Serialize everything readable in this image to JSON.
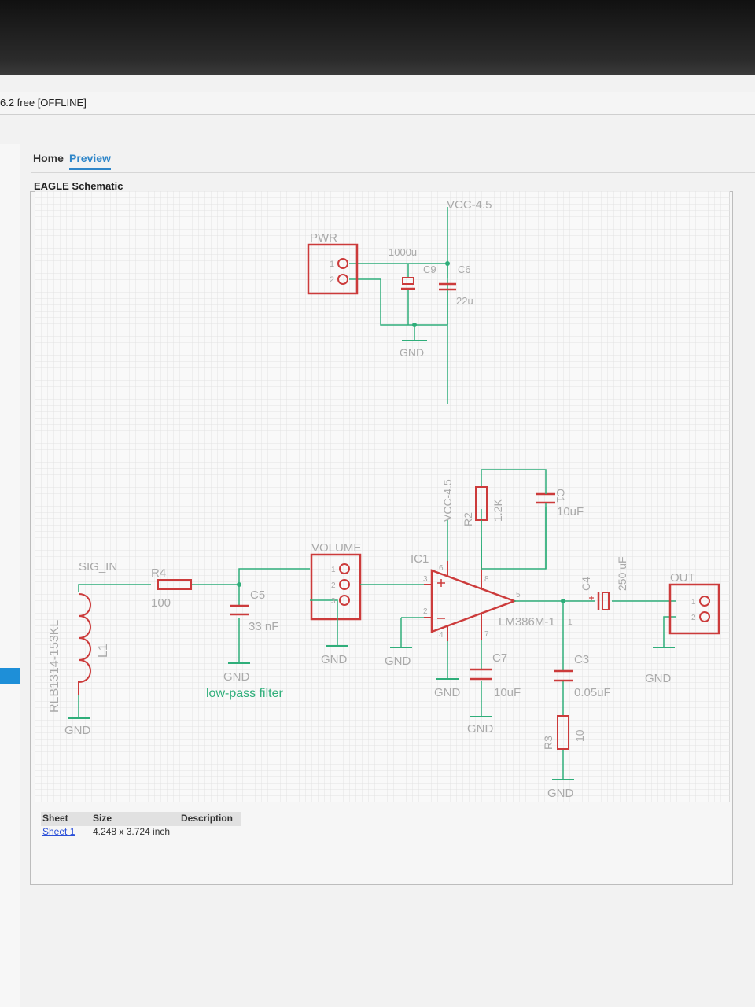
{
  "window": {
    "title": "6.2 free [OFFLINE]"
  },
  "tabs": {
    "home": "Home",
    "preview": "Preview"
  },
  "document": {
    "title": "EAGLE Schematic"
  },
  "colors": {
    "wire": "#2fae7a",
    "part": "#cc3b3b",
    "label": "#9a9a9a",
    "accent": "#2f86c9"
  },
  "schematic": {
    "pwr": {
      "name": "PWR",
      "pin1": "1",
      "pin2": "2"
    },
    "vcc_top": "VCC-4.5",
    "c9": {
      "name": "C9",
      "value": "1000u"
    },
    "c6": {
      "name": "C6",
      "value": "22u"
    },
    "gnd_pwr": "GND",
    "sig_in": "SIG_IN",
    "l1": {
      "name": "L1",
      "part": "RLB1314-153KL",
      "gnd": "GND"
    },
    "r4": {
      "name": "R4",
      "value": "100"
    },
    "c5": {
      "name": "C5",
      "value": "33 nF",
      "gnd": "GND"
    },
    "filter_note": "low-pass filter",
    "volume": {
      "name": "VOLUME",
      "pin1": "1",
      "pin2": "2",
      "pin3": "3",
      "gnd": "GND"
    },
    "ic1": {
      "name": "IC1",
      "part": "LM386M-1",
      "vcc": "VCC-4.5",
      "gnd": "GND",
      "gnd_in": "GND",
      "pin1": "1",
      "pin2": "2",
      "pin3": "3",
      "pin4": "4",
      "pin5": "5",
      "pin6": "6",
      "pin7": "7",
      "pin8": "8"
    },
    "r2": {
      "name": "R2",
      "value": "1.2K"
    },
    "c1": {
      "name": "C1",
      "value": "10uF"
    },
    "c7": {
      "name": "C7",
      "value": "10uF",
      "gnd": "GND"
    },
    "c4": {
      "name": "C4",
      "value": "250 uF"
    },
    "c3": {
      "name": "C3",
      "value": "0.05uF"
    },
    "r3": {
      "name": "R3",
      "value": "10",
      "gnd": "GND"
    },
    "out": {
      "name": "OUT",
      "pin1": "1",
      "pin2": "2",
      "gnd": "GND"
    }
  },
  "sheets": {
    "headers": {
      "sheet": "Sheet",
      "size": "Size",
      "description": "Description"
    },
    "rows": [
      {
        "sheet": "Sheet 1",
        "size": "4.248 x 3.724 inch",
        "description": ""
      }
    ]
  }
}
